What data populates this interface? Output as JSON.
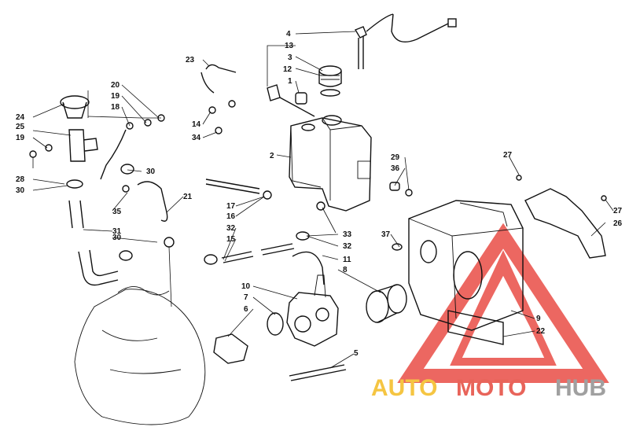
{
  "callouts": {
    "c1": "1",
    "c2": "2",
    "c3": "3",
    "c4": "4",
    "c5": "5",
    "c6": "6",
    "c7": "7",
    "c8": "8",
    "c9": "9",
    "c10": "10",
    "c11": "11",
    "c12": "12",
    "c13": "13",
    "c14": "14",
    "c15": "15",
    "c16": "16",
    "c17": "17",
    "c18": "18",
    "c19a": "19",
    "c19b": "19",
    "c20": "20",
    "c21": "21",
    "c22": "22",
    "c23": "23",
    "c24": "24",
    "c25": "25",
    "c26": "26",
    "c27a": "27",
    "c27b": "27",
    "c28": "28",
    "c29": "29",
    "c30a": "30",
    "c30b": "30",
    "c30c": "30",
    "c31": "31",
    "c32a": "32",
    "c32b": "32",
    "c33": "33",
    "c34": "34",
    "c35": "35",
    "c36": "36",
    "c37": "37"
  },
  "watermark": {
    "part1": "AUTO",
    "part2": "MOTO",
    "part3": "HUB",
    "color_auto": "#f5c542",
    "color_moto": "#e8645a",
    "color_hub": "#a0a0a0",
    "triangle_color": "#e8423a"
  }
}
